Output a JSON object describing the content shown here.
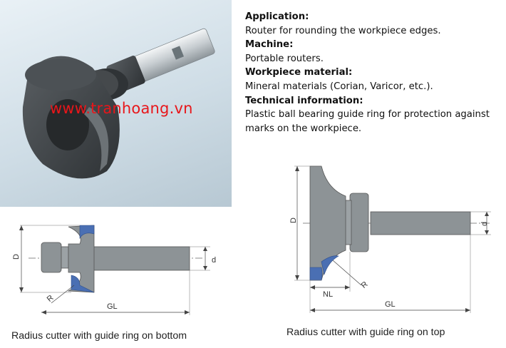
{
  "watermark": "www.tranhoang.vn",
  "sections": [
    {
      "heading": "Application:",
      "text": "Router for rounding the workpiece edges."
    },
    {
      "heading": "Machine:",
      "text": "Portable routers."
    },
    {
      "heading": "Workpiece material:",
      "text": "Mineral materials (Corian, Varicor, etc.)."
    },
    {
      "heading": "Technical information:",
      "text": "Plastic ball bearing guide ring for protection against marks on the workpiece."
    }
  ],
  "drawing_left": {
    "caption": "Radius cutter with guide ring on bottom",
    "labels": {
      "D": "D",
      "d": "d",
      "R": "R",
      "GL": "GL"
    }
  },
  "drawing_right": {
    "caption": "Radius cutter with guide ring on top",
    "labels": {
      "D": "D",
      "d": "d",
      "R": "R",
      "NL": "NL",
      "GL": "GL"
    }
  },
  "colors": {
    "blade_blue": "#4a6fb3",
    "body_gray": "#8d9396",
    "watermark_red": "#e8161a"
  }
}
